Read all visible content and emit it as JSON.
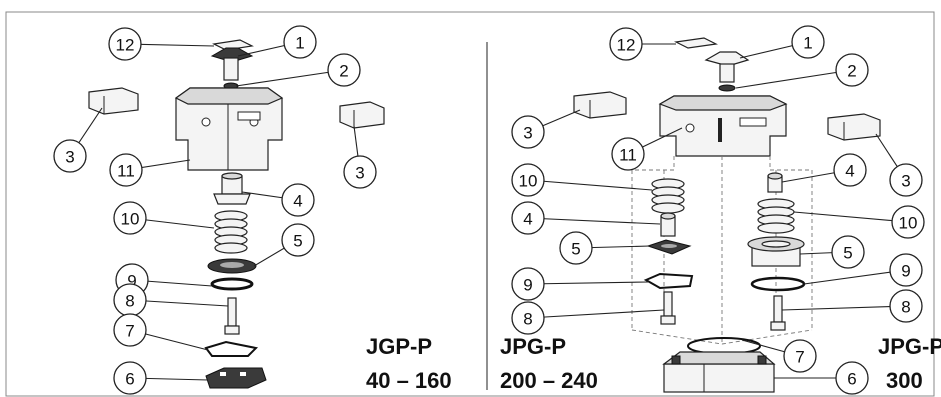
{
  "panels": [
    {
      "model": "JGP-P",
      "range": "40 – 160"
    },
    {
      "model": "JPG-P",
      "range": "200 – 240"
    },
    {
      "model": "JPG-P",
      "range": "300"
    }
  ],
  "callouts_left": [
    "12",
    "1",
    "2",
    "3",
    "3",
    "11",
    "4",
    "10",
    "5",
    "9",
    "8",
    "7",
    "6"
  ],
  "callouts_right": [
    "12",
    "1",
    "2",
    "3",
    "11",
    "3",
    "10",
    "4",
    "4",
    "5",
    "10",
    "5",
    "9",
    "9",
    "8",
    "8",
    "7",
    "6"
  ]
}
